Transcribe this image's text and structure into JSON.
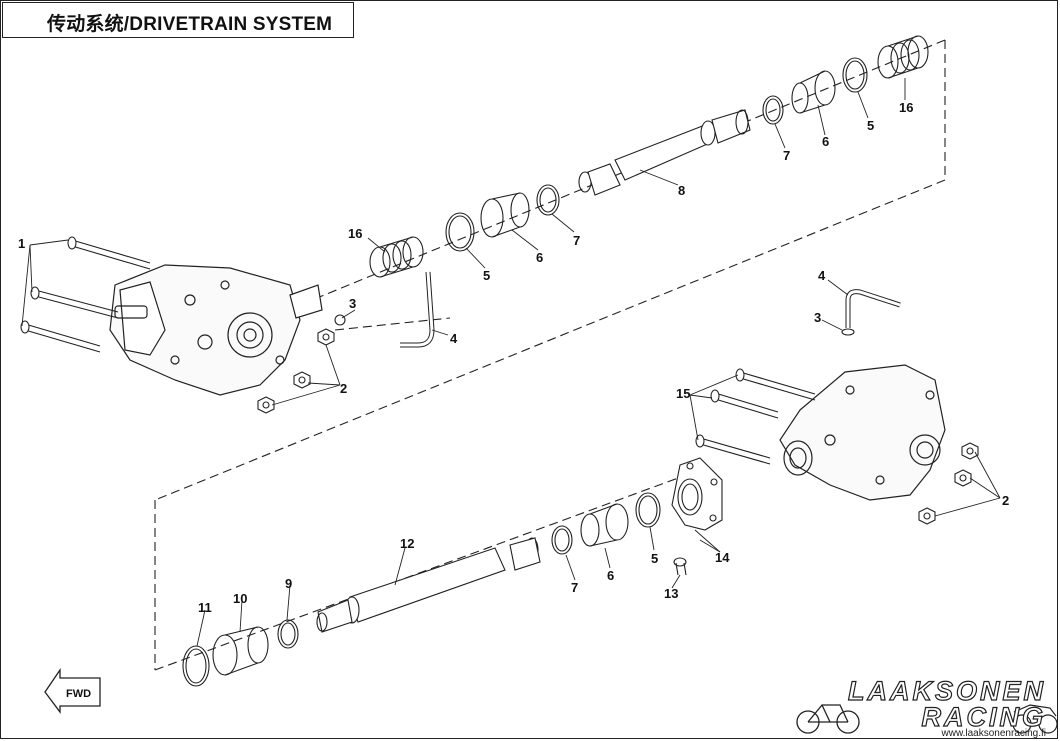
{
  "title": "传动系统/DRIVETRAIN SYSTEM",
  "fwd_label": "FWD",
  "callouts": {
    "c1": "1",
    "c2a": "2",
    "c2b": "2",
    "c3a": "3",
    "c3b": "3",
    "c4a": "4",
    "c4b": "4",
    "c5a": "5",
    "c5b": "5",
    "c5c": "5",
    "c6a": "6",
    "c6b": "6",
    "c6c": "6",
    "c7a": "7",
    "c7b": "7",
    "c7c": "7",
    "c8": "8",
    "c9": "9",
    "c10": "10",
    "c11": "11",
    "c12": "12",
    "c13": "13",
    "c14": "14",
    "c15": "15",
    "c16a": "16",
    "c16b": "16"
  },
  "brand": {
    "line1": "LAAKSONEN",
    "line2": "RACING",
    "url": "www.laaksonenracing.fi"
  }
}
